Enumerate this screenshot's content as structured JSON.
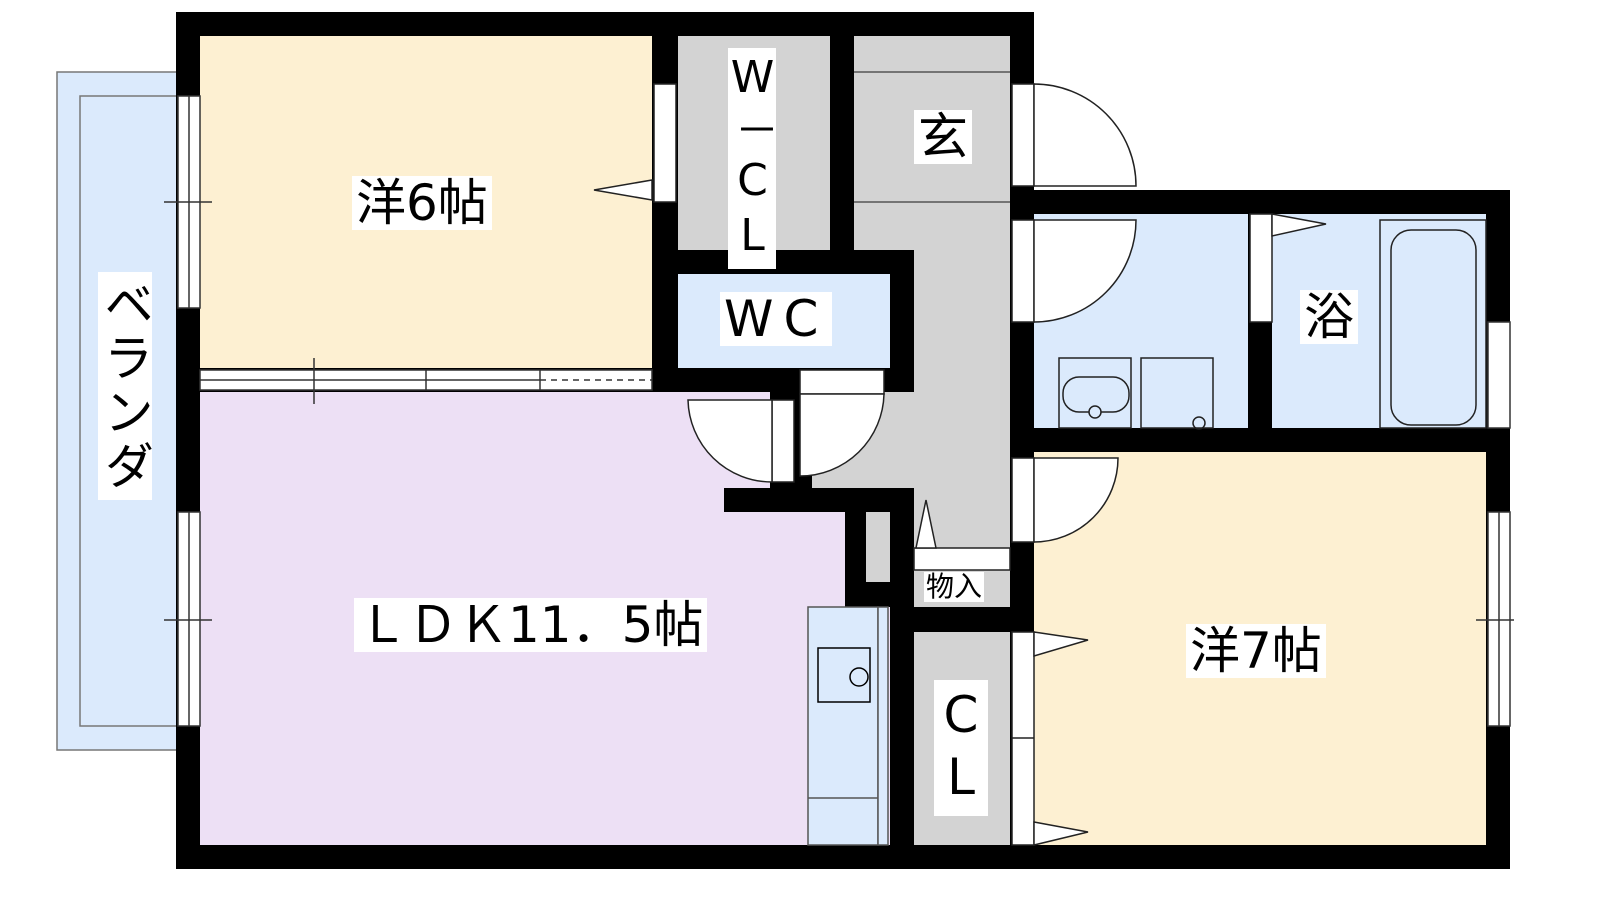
{
  "rooms": {
    "western_6": "洋6帖",
    "walk_in_closet": "W－CL",
    "entrance": "玄",
    "toilet": "WC",
    "bath": "浴",
    "ldk": "ＬＤＫ11．5帖",
    "storage": "物入",
    "closet": "CL",
    "western_7": "洋7帖",
    "veranda": "ベランダ"
  },
  "colors": {
    "wall": "#000000",
    "western_room": "#fdf0d2",
    "ldk": "#ede0f5",
    "wet_area": "#dbeafc",
    "storage_gray": "#d3d3d3",
    "veranda": "#dbeafc"
  }
}
